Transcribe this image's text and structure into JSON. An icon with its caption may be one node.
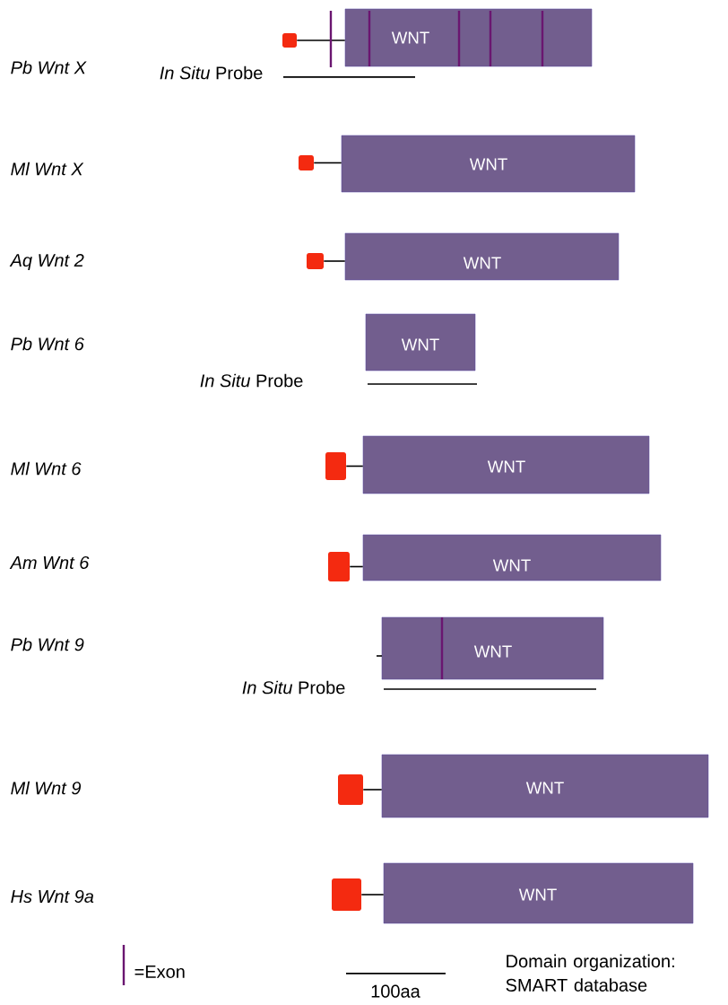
{
  "diagram": {
    "nodes": [
      {
        "text": [],
        "shape": "box"
      },
      {
        "text": [
          "WNT"
        ]
      },
      {
        "text": [],
        "shape": "box"
      },
      {
        "text": [
          "WNT"
        ]
      },
      {
        "text": [],
        "shape": "box"
      },
      {
        "text": [
          "WNT"
        ]
      },
      {
        "text": [
          "WNT"
        ]
      },
      {
        "text": [],
        "shape": "box"
      },
      {
        "text": [
          "WNT"
        ]
      },
      {
        "text": [],
        "shape": "box"
      },
      {
        "text": [
          "WNT"
        ]
      },
      {
        "text": [
          "WNT"
        ]
      },
      {
        "text": [],
        "shape": "box"
      },
      {
        "text": [
          "WNT"
        ]
      },
      {
        "text": [],
        "shape": "box"
      },
      {
        "text": [
          "WNT"
        ]
      }
    ],
    "edges": [
      {
        "from": 0,
        "to": 1,
        "arrow": "none"
      },
      {
        "from": 2,
        "to": 3,
        "arrow": "none"
      },
      {
        "from": 4,
        "to": 5,
        "arrow": "none"
      },
      {
        "from": 7,
        "to": 8,
        "arrow": "none"
      },
      {
        "from": 9,
        "to": 10,
        "arrow": "none"
      },
      {
        "from": 12,
        "to": 13,
        "arrow": "none"
      },
      {
        "from": 14,
        "to": 15,
        "arrow": "none"
      }
    ],
    "labels": [
      "Pb Wnt X",
      "*In Situ* Probe",
      "Ml Wnt X",
      "Aq Wnt 2",
      "Pb Wnt 6",
      "*In Situ* Probe",
      "Ml Wnt 6",
      "Am Wnt 6",
      "Pb Wnt 9",
      "*In Situ* Probe",
      "Ml Wnt 9",
      "Hs Wnt 9a",
      "100aa",
      "Domain organization: SMART database"
    ],
    "legend": [
      {
        "text": "=Exon"
      }
    ]
  }
}
